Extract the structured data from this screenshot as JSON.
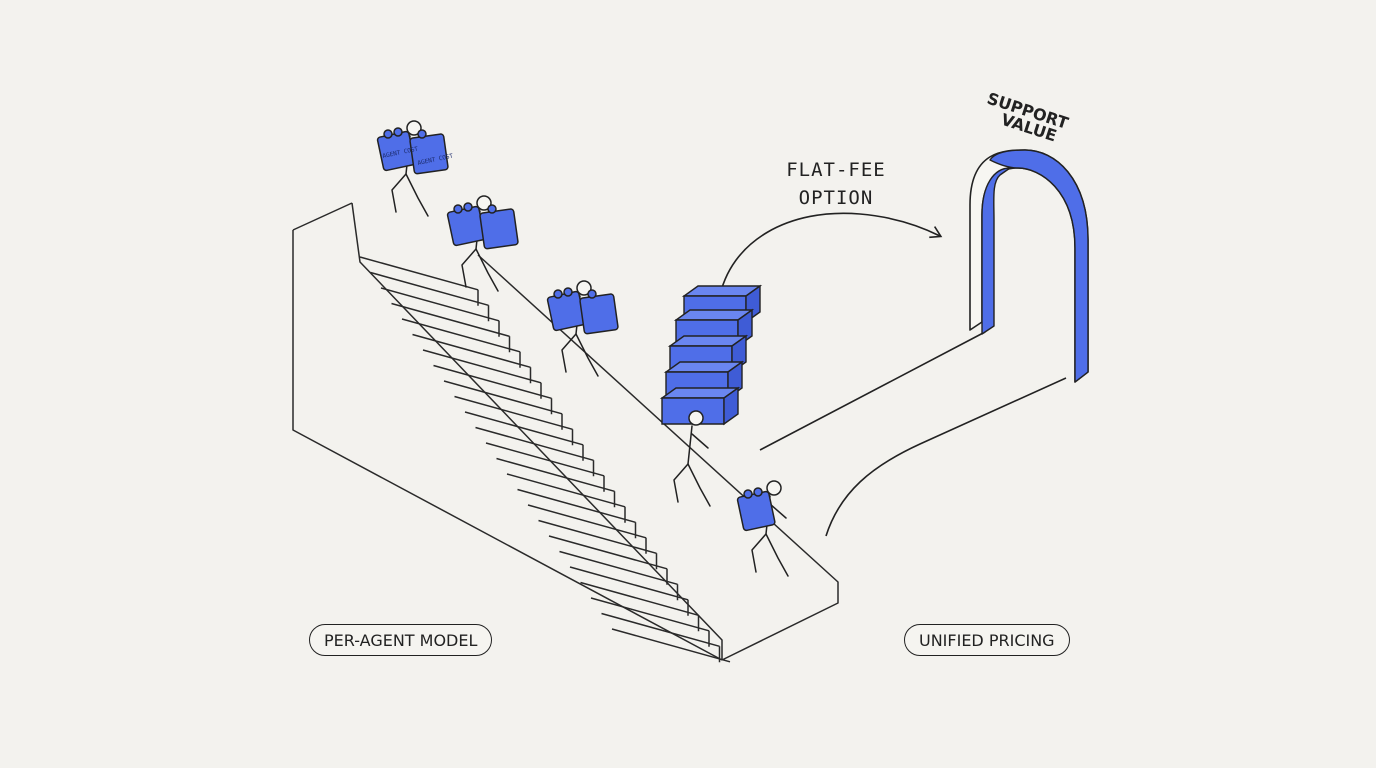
{
  "labels": {
    "left_pill": "PER-AGENT MODEL",
    "right_pill": "UNIFIED PRICING",
    "arrow_label_line1": "FLAT-FEE",
    "arrow_label_line2": "OPTION",
    "arch_line1": "SUPPORT",
    "arch_line2": "VALUE"
  },
  "bag_labels": [
    "AGENT COST",
    "AGENT COST"
  ],
  "colors": {
    "background": "#f3f2ee",
    "accent_blue": "#4f6ee8",
    "ink": "#222222"
  }
}
